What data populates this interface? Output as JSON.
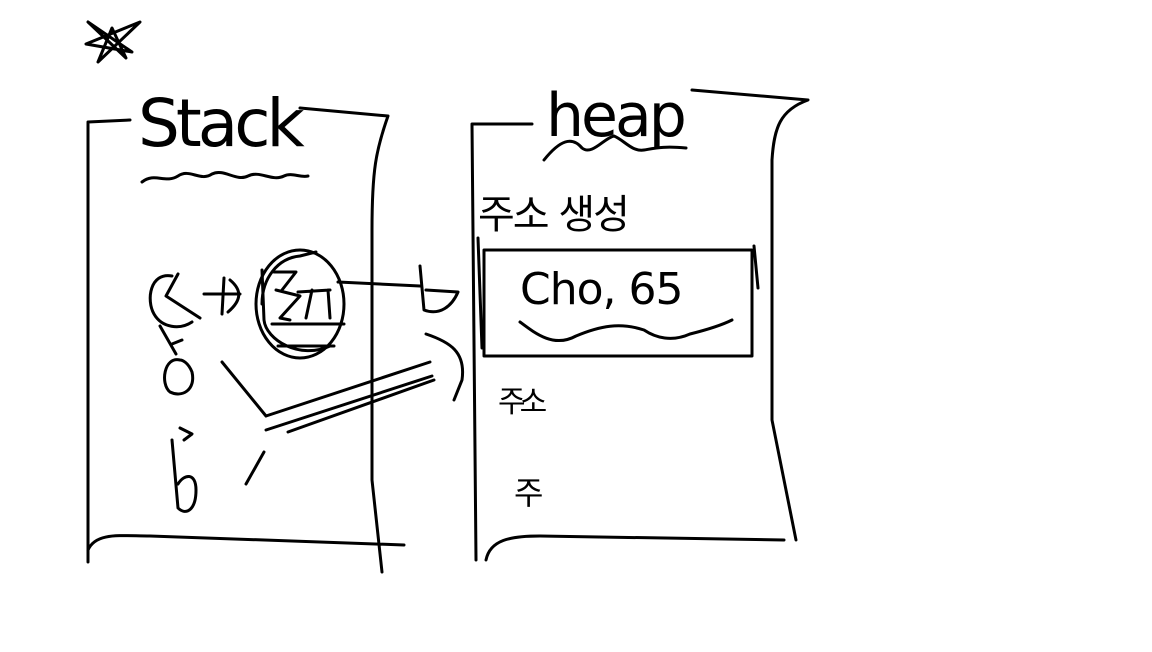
{
  "colors": {
    "ink": "#000000",
    "background": "#ffffff"
  },
  "stack": {
    "title": "Stack",
    "var_c": "C",
    "var_a": "a",
    "var_b": "b"
  },
  "heap": {
    "title": "heap",
    "block_text": "Cho, 65",
    "label_top": "주소 생성",
    "label_mid": "주소",
    "label_bottom": "주"
  }
}
